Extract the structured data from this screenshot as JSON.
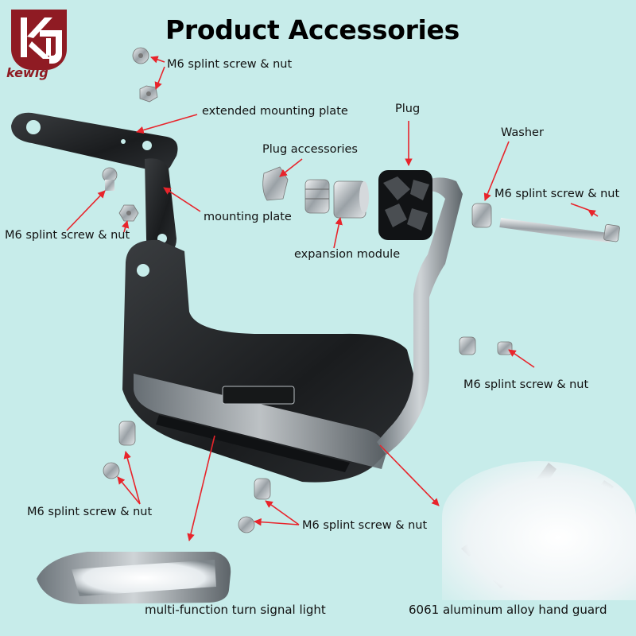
{
  "brand": {
    "logo_text": "kewig",
    "colors": {
      "logo": "#8f1b23",
      "arrow": "#e8242b",
      "background": "#c7ecea"
    }
  },
  "title": "Product Accessories",
  "labels": {
    "m6_top": "M6 splint screw & nut",
    "extended_plate": "extended mounting plate",
    "plug": "Plug",
    "washer": "Washer",
    "plug_accessories": "Plug accessories",
    "m6_right": "M6 splint screw & nut",
    "mounting_plate": "mounting plate",
    "m6_left": "M6 splint screw & nut",
    "expansion_module": "expansion module",
    "m6_mid_right": "M6 splint screw & nut",
    "m6_bottom_left": "M6 splint screw & nut",
    "m6_bottom_center": "M6 splint screw & nut",
    "turn_signal": "multi-function turn signal light",
    "hand_guard": "6061 aluminum alloy hand guard"
  },
  "icons": [
    "kewig-logo-icon",
    "screw-icon",
    "nut-icon",
    "washer-icon",
    "plug-icon",
    "bolt-icon",
    "hand-guard-icon",
    "turn-signal-icon"
  ]
}
